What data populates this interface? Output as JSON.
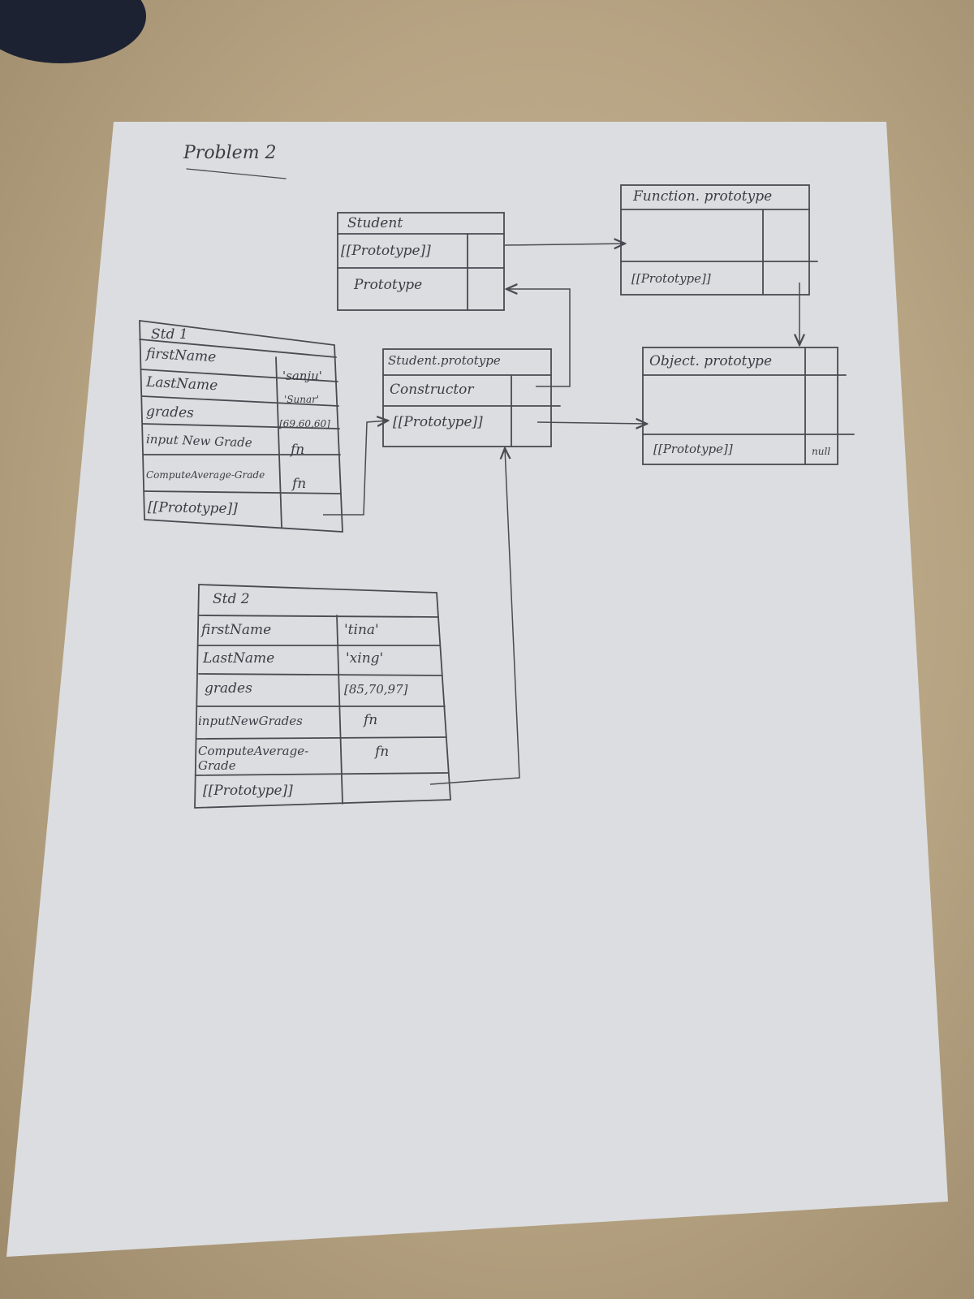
{
  "page_title": "Problem 2",
  "student": {
    "header": "Student",
    "rows": [
      "[[Prototype]]",
      "Prototype"
    ]
  },
  "function_proto": {
    "header": "Function. prototype",
    "rows": [
      "[[Prototype]]"
    ]
  },
  "student_proto": {
    "header": "Student.prototype",
    "rows": [
      "Constructor",
      "[[Prototype]]"
    ]
  },
  "object_proto": {
    "header": "Object. prototype",
    "rows": [
      "[[Prototype]]"
    ],
    "null_value": "null"
  },
  "std1": {
    "header": "Std 1",
    "rows": [
      {
        "key": "firstName",
        "value": "'sanju'"
      },
      {
        "key": "LastName",
        "value": "'Sunar'"
      },
      {
        "key": "grades",
        "value": "[69,60,60]"
      },
      {
        "key": "input New Grade",
        "value": "fn"
      },
      {
        "key": "ComputeAverage-Grade",
        "value": "fn"
      },
      {
        "key": "[[Prototype]]",
        "value": ""
      }
    ]
  },
  "std2": {
    "header": "Std 2",
    "rows": [
      {
        "key": "firstName",
        "value": "'tina'"
      },
      {
        "key": "LastName",
        "value": "'xing'"
      },
      {
        "key": "grades",
        "value": "[85,70,97]"
      },
      {
        "key": "inputNewGrades",
        "value": "fn"
      },
      {
        "key": "ComputeAverage-Grade",
        "value": "fn"
      },
      {
        "key": "[[Prototype]]",
        "value": ""
      }
    ]
  }
}
